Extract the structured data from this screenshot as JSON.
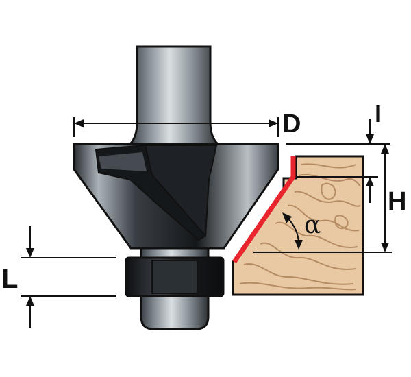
{
  "labels": {
    "D": "D",
    "I": "I",
    "H": "H",
    "L": "L",
    "alpha": "α"
  },
  "colors": {
    "cutter_edge": "#e8242c",
    "wood_fill": "#e9c9a3",
    "wood_grain": "#b48b62",
    "metal_dark": "#1b1e21",
    "metal_light": "#9aa3aa",
    "outline": "#111111"
  }
}
